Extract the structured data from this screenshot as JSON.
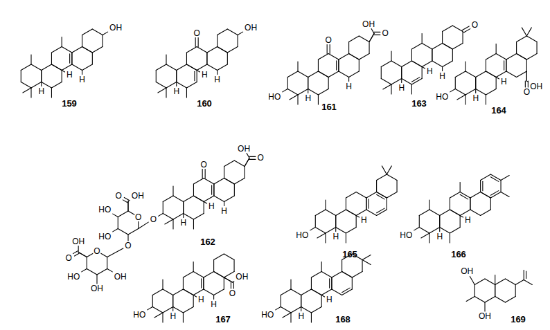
{
  "diagram": {
    "labels": [
      "159",
      "OH",
      "H",
      "H",
      "H",
      "160",
      "O",
      "OH",
      "H",
      "H",
      "H",
      "161",
      "OH",
      "O",
      "O",
      "HO",
      "H",
      "H",
      "163",
      "O",
      "H",
      "H",
      "H",
      "164",
      "HO",
      "OH",
      "O",
      "H",
      "H",
      "162",
      "OH",
      "O",
      "O",
      "O",
      "H",
      "H",
      "H",
      "O",
      "OH",
      "O",
      "HO",
      "HO",
      "O",
      "O",
      "OH",
      "O",
      "HO",
      "OH",
      "OH",
      "165",
      "HO",
      "H",
      "H",
      "166",
      "HO",
      "H",
      "H",
      "167",
      "HO",
      "OH",
      "O",
      "H",
      "H",
      "H",
      "168",
      "HO",
      "H",
      "H",
      "169",
      "OH",
      "OH"
    ]
  }
}
